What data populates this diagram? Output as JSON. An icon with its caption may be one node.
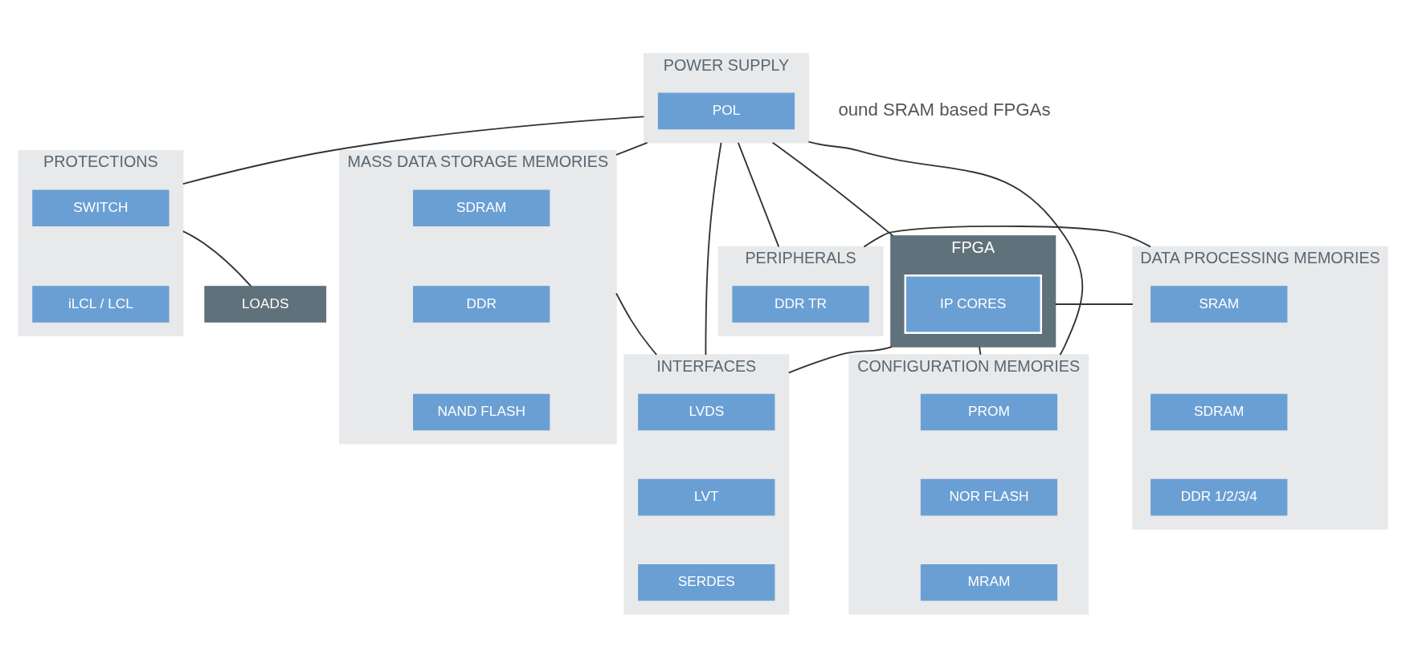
{
  "diagram": {
    "nodes": [
      {
        "text": [
          "POWER SUPPLY"
        ]
      },
      {
        "text": [
          "POL"
        ],
        "in": 0
      },
      {
        "text": [
          "PROTECTIONS"
        ]
      },
      {
        "text": [
          "SWITCH"
        ],
        "in": 2
      },
      {
        "text": [
          "iLCL / LCL"
        ],
        "in": 2
      },
      {
        "text": [
          "MASS DATA STORAGE MEMORIES"
        ]
      },
      {
        "text": [
          "SDRAM"
        ],
        "in": 5
      },
      {
        "text": [
          "DDR"
        ],
        "in": 5
      },
      {
        "text": [
          "NAND FLASH"
        ],
        "in": 5
      },
      {
        "text": [
          "DATA PROCESSING MEMORIES"
        ]
      },
      {
        "text": [
          "SRAM"
        ],
        "in": 9
      },
      {
        "text": [
          "SDRAM"
        ],
        "in": 9
      },
      {
        "text": [
          "DDR 1/2/3/4"
        ],
        "in": 9
      },
      {
        "text": [
          "PERIPHERALS"
        ]
      },
      {
        "text": [
          "DDR TR"
        ],
        "in": 13
      },
      {
        "text": [
          "FPGA"
        ]
      },
      {
        "text": [
          "IP CORES"
        ],
        "in": 15
      },
      {
        "text": [
          "LOADS"
        ]
      },
      {
        "text": [
          "CONFIGURATION MEMORIES"
        ]
      },
      {
        "text": [
          "PROM"
        ],
        "in": 18
      },
      {
        "text": [
          "NOR FLASH"
        ],
        "in": 18
      },
      {
        "text": [
          "MRAM"
        ],
        "in": 18
      },
      {
        "text": [
          "INTERFACES"
        ]
      },
      {
        "text": [
          "LVDS"
        ],
        "in": 22
      },
      {
        "text": [
          "LVT"
        ],
        "in": 22
      },
      {
        "text": [
          "SERDES"
        ],
        "in": 22
      }
    ],
    "edges": [
      {
        "from": 0,
        "to": 13,
        "arrow": "none"
      },
      {
        "from": 0,
        "to": 18,
        "arrow": "none"
      },
      {
        "from": 0,
        "to": 15,
        "arrow": "none"
      },
      {
        "from": 0,
        "to": 2,
        "arrow": "none"
      },
      {
        "from": 0,
        "to": 22,
        "arrow": "none"
      },
      {
        "from": 0,
        "to": 5,
        "arrow": "none"
      },
      {
        "from": 13,
        "to": 9,
        "arrow": "none"
      },
      {
        "from": 9,
        "to": 15,
        "arrow": "none"
      },
      {
        "from": 2,
        "to": 17,
        "arrow": "none"
      },
      {
        "from": 15,
        "to": 18,
        "arrow": "none"
      },
      {
        "from": 15,
        "to": 22,
        "arrow": "none"
      },
      {
        "from": 5,
        "to": 22,
        "arrow": "none"
      }
    ],
    "labels": [
      "ound SRAM based FPGAs"
    ]
  }
}
